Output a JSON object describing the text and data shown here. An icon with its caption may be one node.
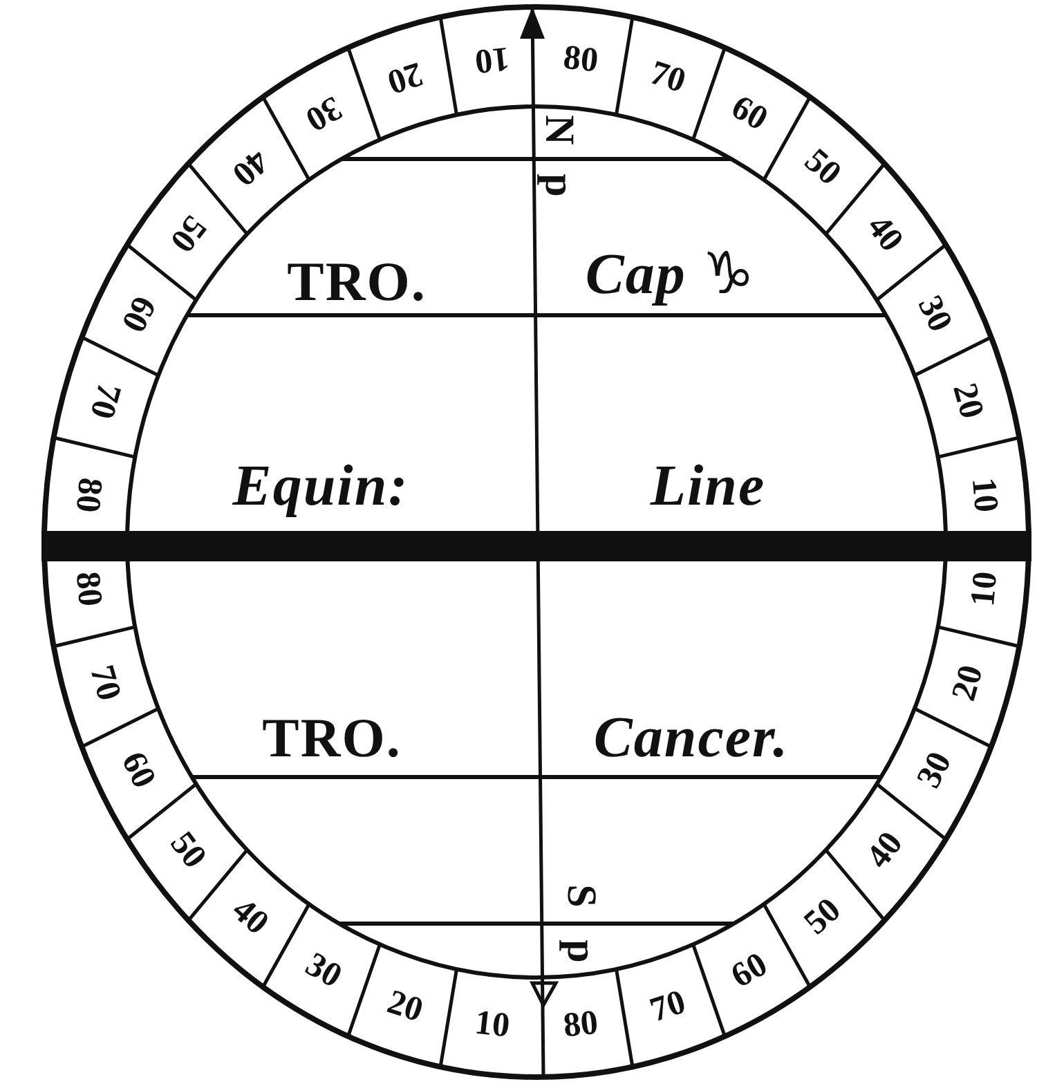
{
  "diagram": {
    "labels": [
      "80",
      "70",
      "60",
      "50",
      "40",
      "30",
      "20",
      "10",
      "80",
      "70",
      "60",
      "50",
      "40",
      "30",
      "20",
      "10",
      "N",
      "p",
      "TRO.",
      "Cap ♑",
      "Equin:",
      "Line",
      "TRO.",
      "Cancer.",
      "S",
      "p",
      "80",
      "70",
      "60",
      "50",
      "40",
      "30",
      "20",
      "10",
      "80",
      "70",
      "60",
      "50",
      "40",
      "30",
      "20",
      "10"
    ]
  }
}
